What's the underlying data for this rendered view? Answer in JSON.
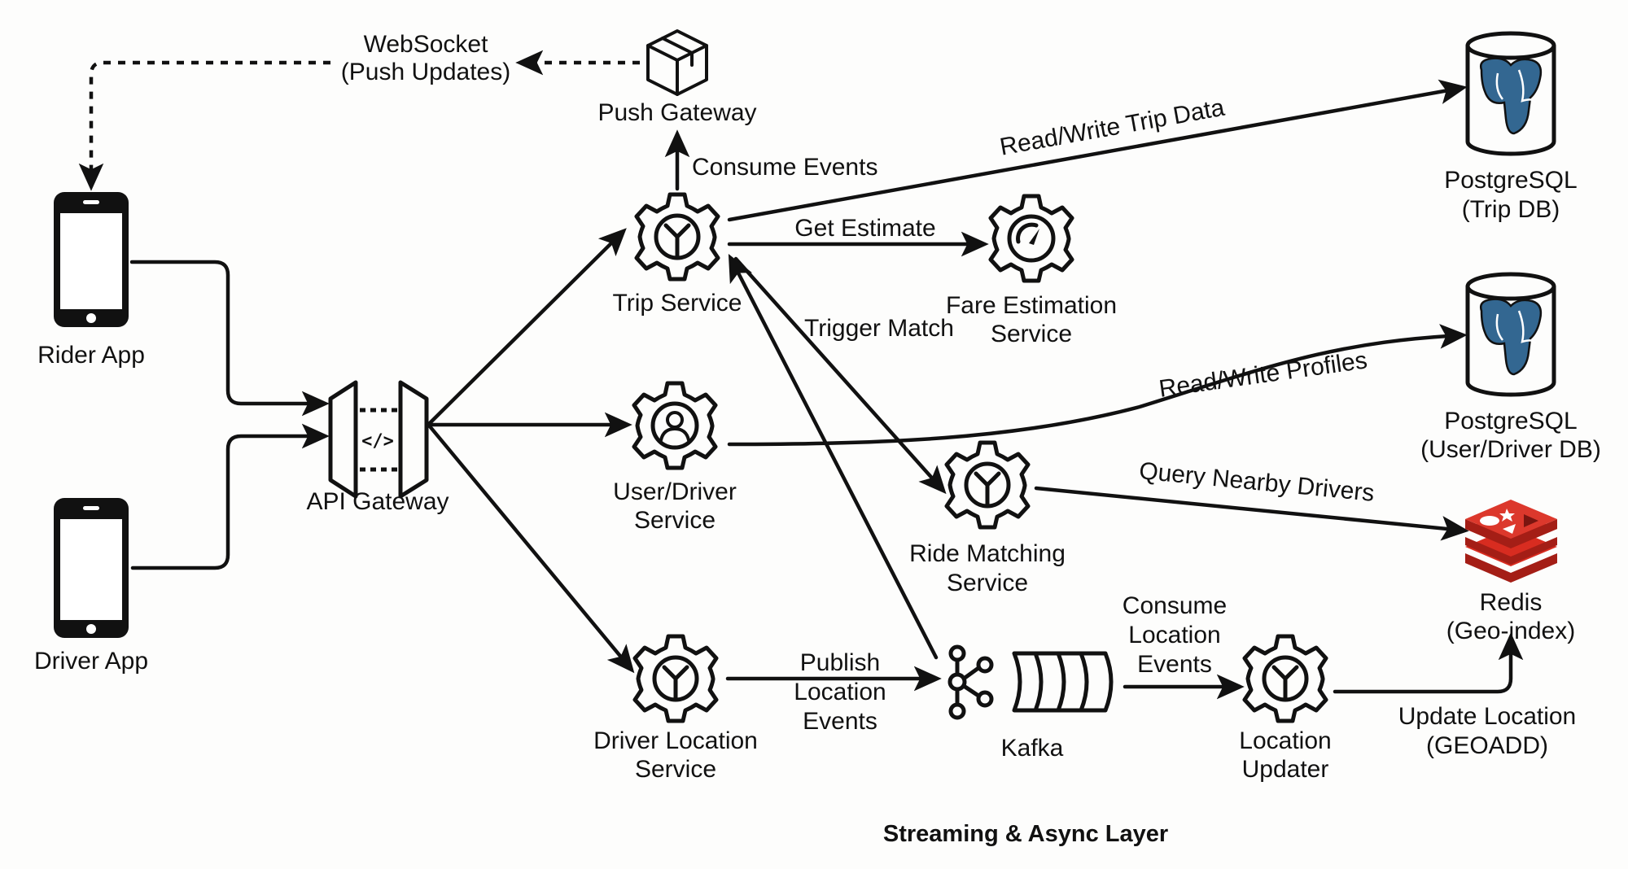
{
  "diagram": {
    "footer_title": "Streaming & Async Layer",
    "nodes": {
      "rider_app": {
        "label": "Rider App",
        "icon": "smartphone-icon"
      },
      "driver_app": {
        "label": "Driver App",
        "icon": "smartphone-icon"
      },
      "api_gateway": {
        "label": "API Gateway",
        "icon": "api-gateway-icon"
      },
      "push_gateway": {
        "label": "Push Gateway",
        "icon": "box-icon"
      },
      "trip_service": {
        "label": "Trip Service",
        "icon": "gear-icon"
      },
      "fare_estimation": {
        "lines": [
          "Fare Estimation",
          "Service"
        ],
        "icon": "gear-speedometer-icon"
      },
      "user_driver_service": {
        "lines": [
          "User/Driver",
          "Service"
        ],
        "icon": "gear-user-icon"
      },
      "ride_matching": {
        "lines": [
          "Ride Matching",
          "Service"
        ],
        "icon": "gear-icon"
      },
      "driver_location": {
        "lines": [
          "Driver Location",
          "Service"
        ],
        "icon": "gear-icon"
      },
      "kafka": {
        "label": "Kafka",
        "icon": "kafka-icon"
      },
      "location_updater": {
        "lines": [
          "Location",
          "Updater"
        ],
        "icon": "gear-icon"
      },
      "pg_trip": {
        "lines": [
          "PostgreSQL",
          "(Trip DB)"
        ],
        "icon": "postgresql-database-icon"
      },
      "pg_user": {
        "lines": [
          "PostgreSQL",
          "(User/Driver DB)"
        ],
        "icon": "postgresql-database-icon"
      },
      "redis": {
        "lines": [
          "Redis",
          "(Geo-index)"
        ],
        "icon": "redis-icon"
      }
    },
    "edges": {
      "websocket": {
        "lines": [
          "WebSocket",
          "(Push Updates)"
        ],
        "style": "dashed"
      },
      "consume_events": {
        "label": "Consume Events"
      },
      "read_write_trip": {
        "label": "Read/Write Trip Data"
      },
      "get_estimate": {
        "label": "Get Estimate"
      },
      "trigger_match": {
        "label": "Trigger Match"
      },
      "read_write_profiles": {
        "label": "Read/Write Profiles"
      },
      "query_nearby": {
        "label": "Query Nearby Drivers"
      },
      "publish_location": {
        "lines": [
          "Publish",
          "Location",
          "Events"
        ]
      },
      "consume_location": {
        "lines": [
          "Consume",
          "Location",
          "Events"
        ]
      },
      "update_location": {
        "lines": [
          "Update Location",
          "(GEOADD)"
        ]
      }
    },
    "colors": {
      "ink": "#111111",
      "background": "#fdfdfc",
      "postgres_blue": "#336791",
      "redis_red": "#d82c20"
    }
  }
}
